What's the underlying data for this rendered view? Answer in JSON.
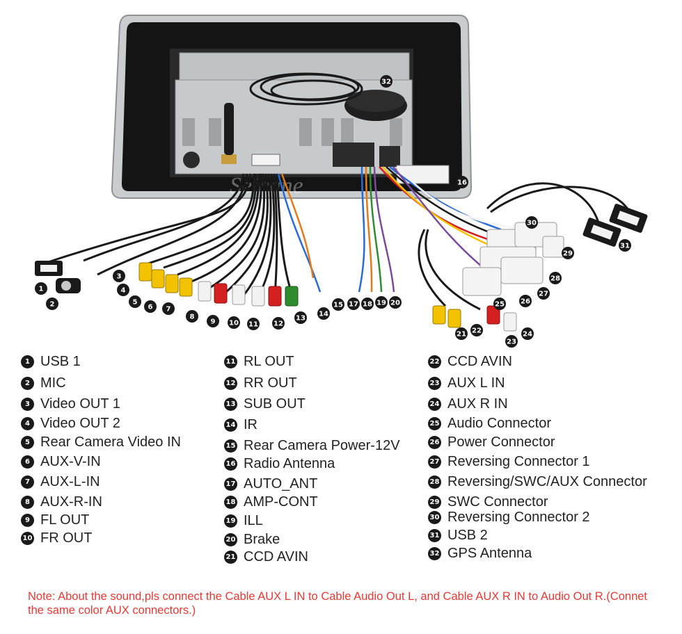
{
  "diagram": {
    "watermark": "Seicane",
    "callouts": [
      "1",
      "2",
      "3",
      "4",
      "5",
      "6",
      "7",
      "8",
      "9",
      "10",
      "11",
      "12",
      "13",
      "14",
      "15",
      "16",
      "17",
      "18",
      "19",
      "20",
      "21",
      "22",
      "23",
      "24",
      "25",
      "26",
      "27",
      "28",
      "29",
      "30",
      "31",
      "32"
    ]
  },
  "legend": {
    "column1": [
      {
        "num": "1",
        "label": "USB 1"
      },
      {
        "num": "2",
        "label": "MIC"
      },
      {
        "num": "3",
        "label": "Video OUT 1"
      },
      {
        "num": "4",
        "label": "Video OUT 2"
      },
      {
        "num": "5",
        "label": "Rear Camera Video IN"
      },
      {
        "num": "6",
        "label": "AUX-V-IN"
      },
      {
        "num": "7",
        "label": "AUX-L-IN"
      },
      {
        "num": "8",
        "label": "AUX-R-IN"
      },
      {
        "num": "9",
        "label": "FL OUT"
      },
      {
        "num": "10",
        "label": "FR OUT"
      }
    ],
    "column2": [
      {
        "num": "11",
        "label": "RL OUT"
      },
      {
        "num": "12",
        "label": "RR OUT"
      },
      {
        "num": "13",
        "label": "SUB OUT"
      },
      {
        "num": "14",
        "label": "IR"
      },
      {
        "num": "15",
        "label": "Rear Camera Power-12V"
      },
      {
        "num": "16",
        "label": "Radio Antenna"
      },
      {
        "num": "17",
        "label": "AUTO_ANT"
      },
      {
        "num": "18",
        "label": "AMP-CONT"
      },
      {
        "num": "19",
        "label": "ILL"
      },
      {
        "num": "20",
        "label": "Brake"
      },
      {
        "num": "21",
        "label": "CCD AVIN"
      }
    ],
    "column3": [
      {
        "num": "22",
        "label": "CCD AVIN"
      },
      {
        "num": "23",
        "label": "AUX L IN"
      },
      {
        "num": "24",
        "label": "AUX R IN"
      },
      {
        "num": "25",
        "label": "Audio Connector"
      },
      {
        "num": "26",
        "label": "Power Connector"
      },
      {
        "num": "27",
        "label": "Reversing Connector 1"
      },
      {
        "num": "28",
        "label": "Reversing/SWC/AUX Connector"
      },
      {
        "num": "29",
        "label": "SWC Connector"
      },
      {
        "num": "30",
        "label": "Reversing Connector 2"
      },
      {
        "num": "31",
        "label": "USB 2"
      },
      {
        "num": "32",
        "label": "GPS Antenna"
      }
    ]
  },
  "note": "Note: About the sound,pls connect the Cable AUX L IN to Cable Audio Out L, and Cable AUX R IN to Audio Out R.(Connet the same color AUX connectors.)",
  "colors": {
    "note": "#e53935",
    "badge": "#1a1a1a",
    "rca_yellow": "#f2c200",
    "rca_red": "#d42020",
    "rca_white": "#f2f2f2",
    "rca_green": "#2e8b2e"
  }
}
